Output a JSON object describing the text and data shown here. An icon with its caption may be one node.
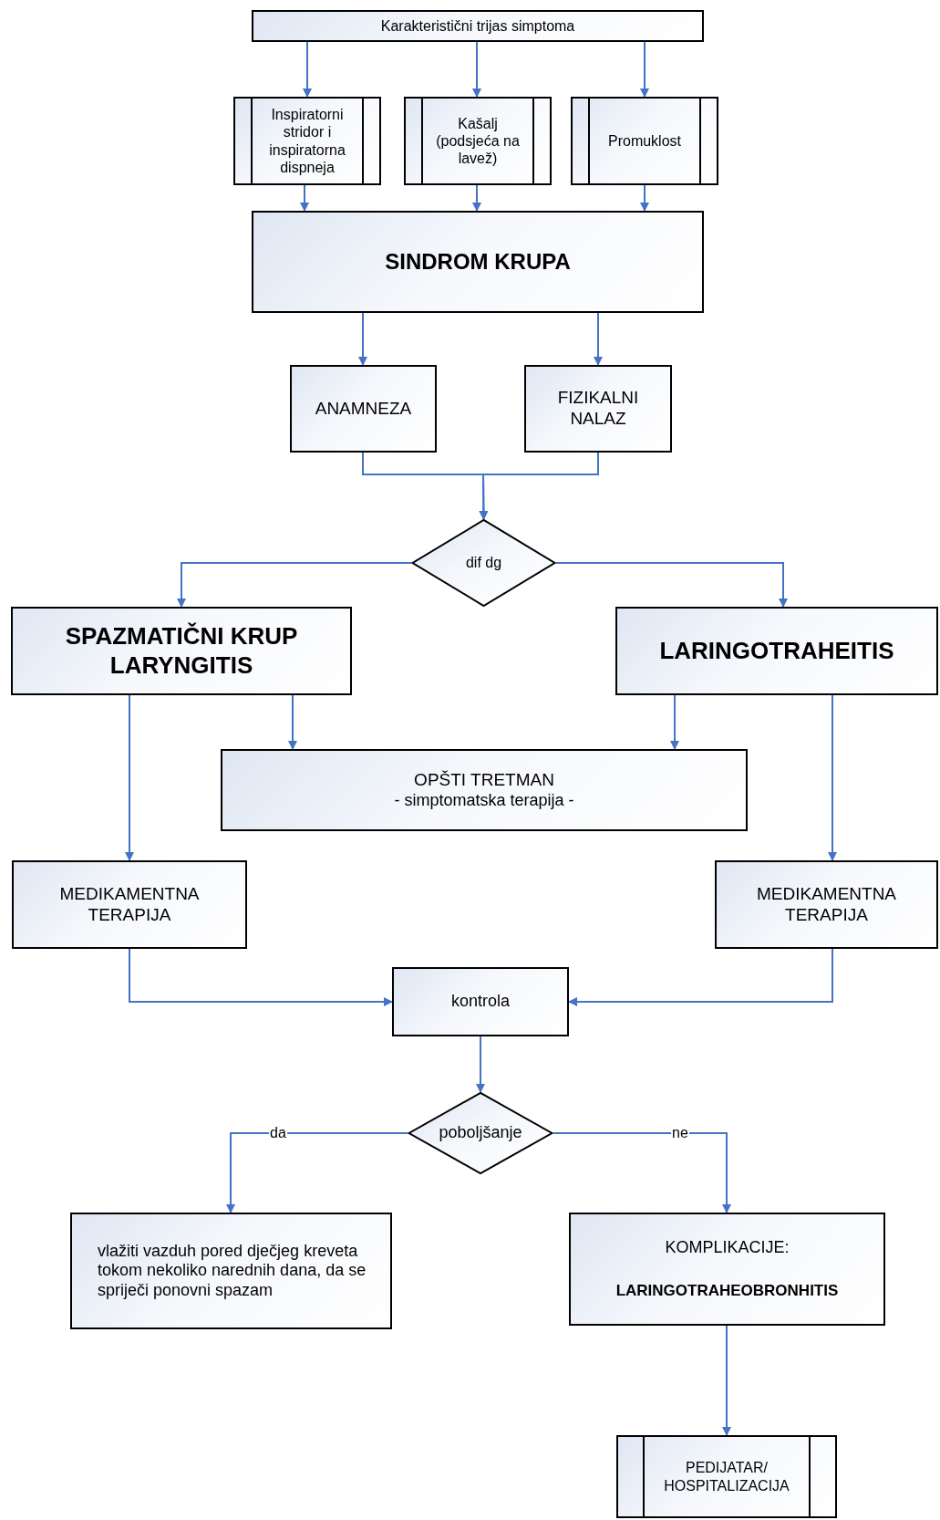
{
  "diagram": {
    "nodes": [
      {
        "text": [
          "Karakteristični trijas simptoma"
        ]
      },
      {
        "text": [
          "Inspiratorni stridor i inspiratorna dispneja"
        ]
      },
      {
        "text": [
          "Kašalj (podsjeća na lavež)"
        ]
      },
      {
        "text": [
          "Promuklost"
        ]
      },
      {
        "text": [
          "SINDROM KRUPA"
        ]
      },
      {
        "text": [
          "ANAMNEZA"
        ]
      },
      {
        "text": [
          "FIZIKALNI NALAZ"
        ]
      },
      {
        "text": [
          "dif dg"
        ]
      },
      {
        "text": [
          "SPAZMATIČNI KRUP LARYNGITIS"
        ]
      },
      {
        "text": [
          "LARINGOTRAHEITIS"
        ]
      },
      {
        "text": [
          "OPŠTI TRETMAN",
          "- simptomatska terapija -"
        ]
      },
      {
        "text": [
          "MEDIKAMENTNA TERAPIJA"
        ]
      },
      {
        "text": [
          "MEDIKAMENTNA TERAPIJA"
        ]
      },
      {
        "text": [
          "kontrola"
        ]
      },
      {
        "text": [
          "poboljšanje"
        ]
      },
      {
        "text": [
          "vlažiti vazduh pored dječjeg kreveta tokom nekoliko narednih dana, da se spriječi ponovni spazam"
        ]
      },
      {
        "text": [
          "KOMPLIKACIJE:",
          "LARINGOTRAHEOBRONHITIS"
        ]
      },
      {
        "text": [
          "PEDIJATAR/ HOSPITALIZACIJA"
        ]
      }
    ],
    "edges": [
      {
        "from": 0,
        "to": 1,
        "arrow": "to"
      },
      {
        "from": 0,
        "to": 2,
        "arrow": "to"
      },
      {
        "from": 0,
        "to": 3,
        "arrow": "to"
      },
      {
        "from": 1,
        "to": 4,
        "arrow": "to"
      },
      {
        "from": 2,
        "to": 4,
        "arrow": "to"
      },
      {
        "from": 3,
        "to": 4,
        "arrow": "to"
      },
      {
        "from": 4,
        "to": 5,
        "arrow": "to"
      },
      {
        "from": 4,
        "to": 6,
        "arrow": "to"
      },
      {
        "from": 5,
        "to": 7,
        "arrow": "to"
      },
      {
        "from": 6,
        "to": 7,
        "arrow": "to"
      },
      {
        "from": 7,
        "to": 8,
        "arrow": "to"
      },
      {
        "from": 7,
        "to": 9,
        "arrow": "to"
      },
      {
        "from": 8,
        "to": 10,
        "arrow": "to"
      },
      {
        "from": 9,
        "to": 10,
        "arrow": "to"
      },
      {
        "from": 8,
        "to": 11,
        "arrow": "to"
      },
      {
        "from": 9,
        "to": 12,
        "arrow": "to"
      },
      {
        "from": 11,
        "to": 13,
        "arrow": "to"
      },
      {
        "from": 12,
        "to": 13,
        "arrow": "to"
      },
      {
        "from": 13,
        "to": 14,
        "arrow": "to"
      },
      {
        "from": 14,
        "to": 15,
        "arrow": "to",
        "label": "da"
      },
      {
        "from": 14,
        "to": 16,
        "arrow": "to",
        "label": "ne"
      },
      {
        "from": 16,
        "to": 17,
        "arrow": "to"
      }
    ]
  }
}
